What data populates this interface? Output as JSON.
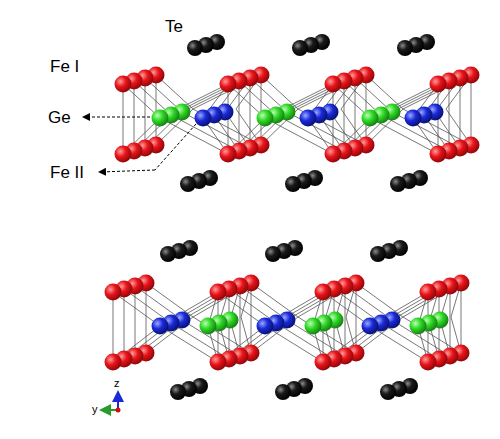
{
  "diagram": {
    "labels": [
      "Te",
      "Fe I",
      "Ge",
      "Fe II",
      "z",
      "y"
    ]
  }
}
